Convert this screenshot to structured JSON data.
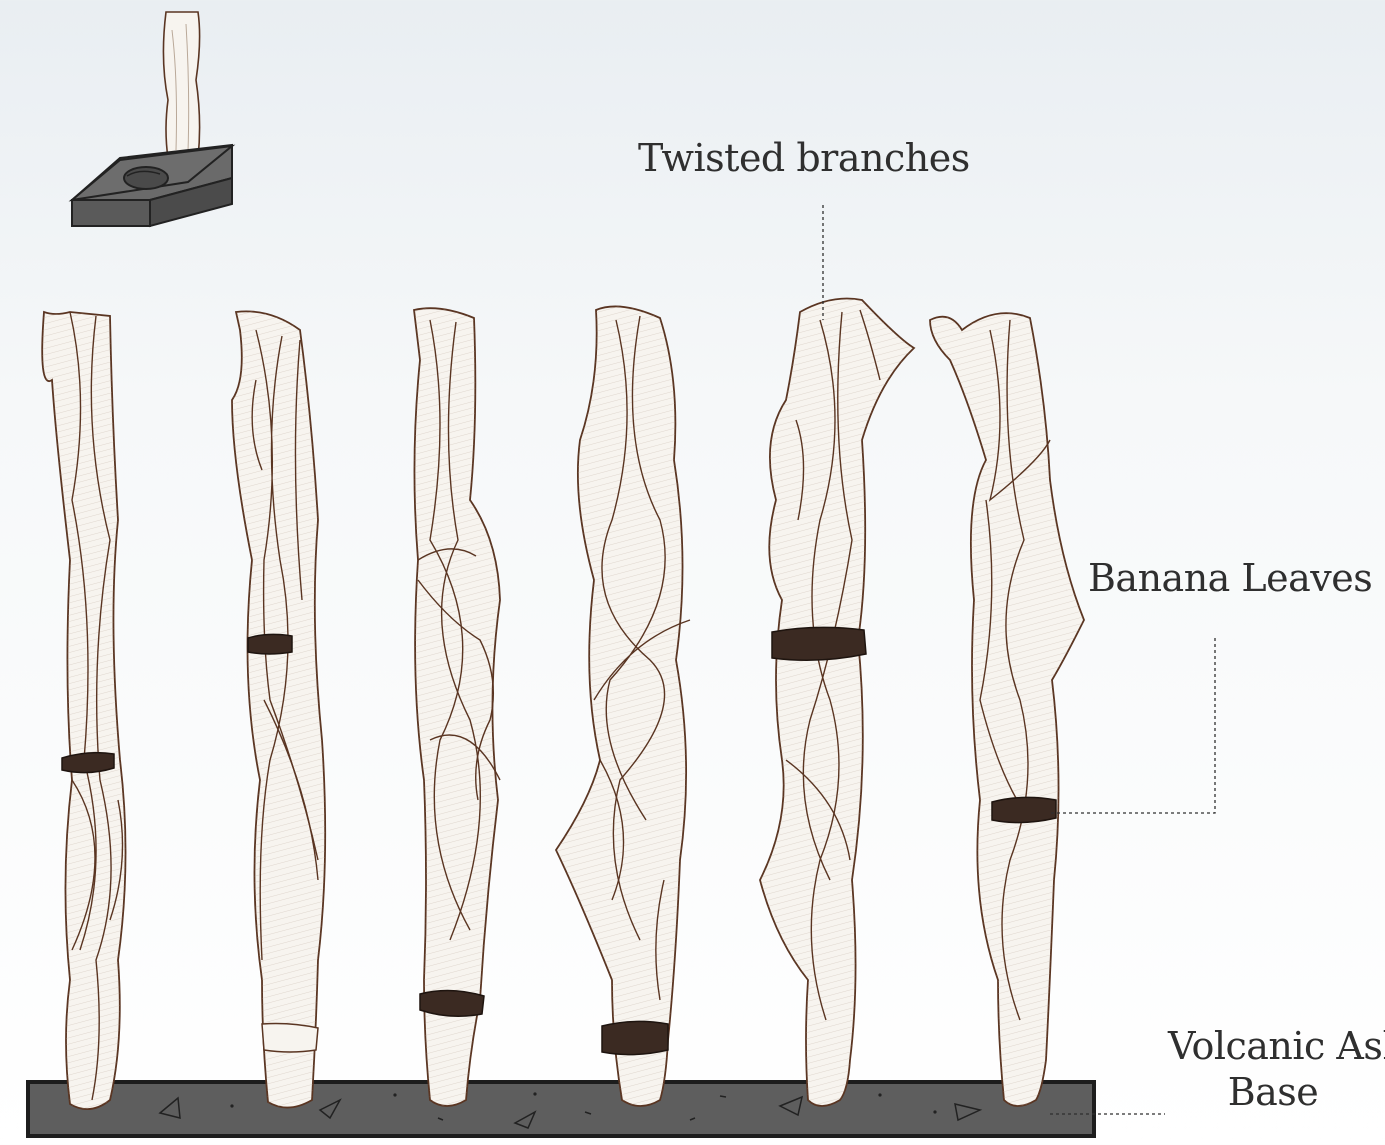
{
  "labels": {
    "twisted_branches": "Twisted branches",
    "banana_leaves": "Banana Leaves",
    "volcanic_ash_line1": "Volcanic Ash",
    "volcanic_ash_line2": "Base"
  },
  "colors": {
    "outline": "#5a3522",
    "branch_fill": "#f7f4ef",
    "band": "#3b2a22",
    "base": "#5e5e5e",
    "base_dark": "#3f3f3f",
    "leader": "#2f2f2f"
  },
  "posts": [
    {
      "name": "post-1",
      "band": "middle"
    },
    {
      "name": "post-2",
      "band": "upper"
    },
    {
      "name": "post-3",
      "band": "lower"
    },
    {
      "name": "post-4",
      "band": "lower"
    },
    {
      "name": "post-5",
      "band": "upper"
    },
    {
      "name": "post-6",
      "band": "middle"
    }
  ]
}
